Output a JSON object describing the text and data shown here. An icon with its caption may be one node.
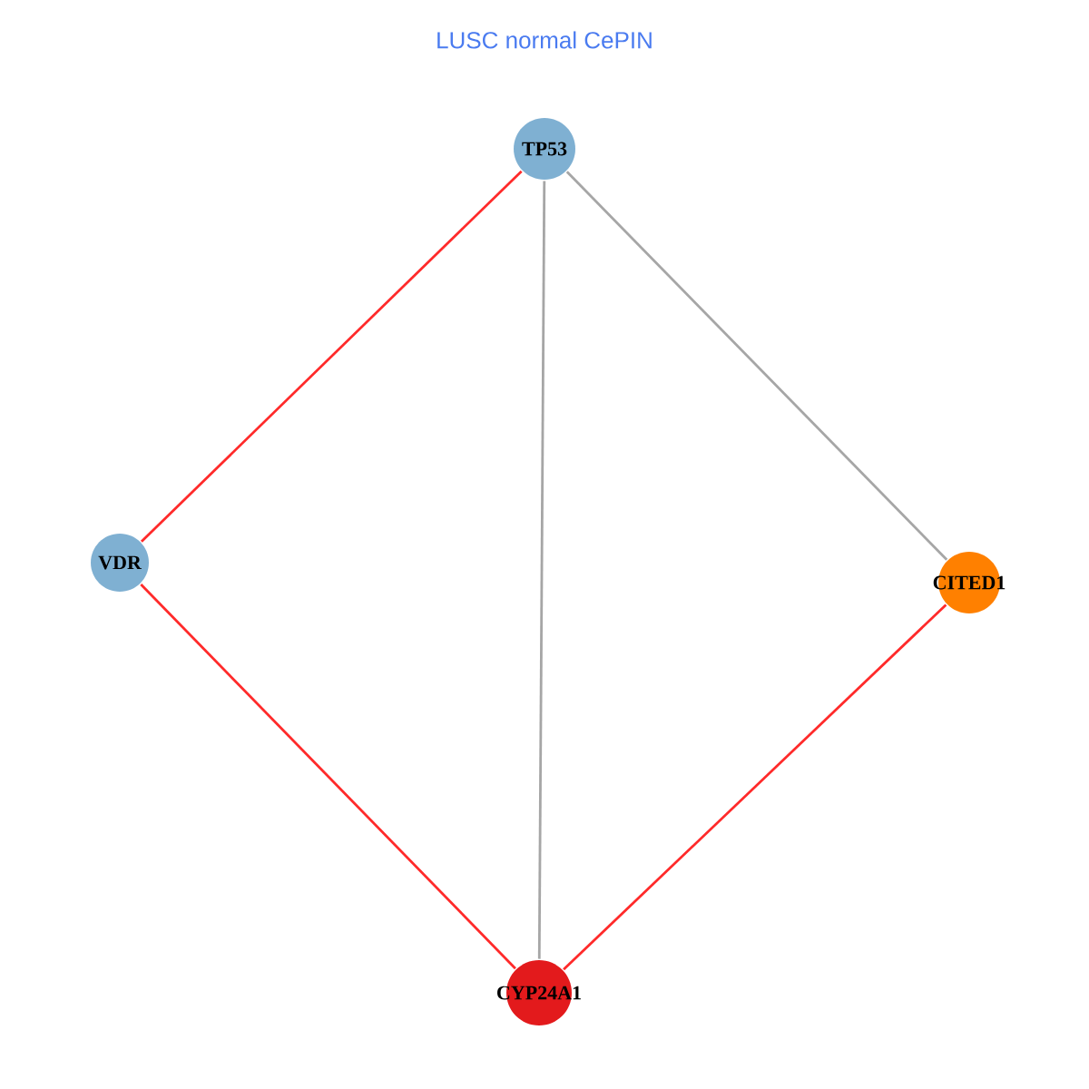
{
  "diagram": {
    "title": "LUSC normal CePIN",
    "nodes": [
      {
        "text": [
          "TP53"
        ]
      },
      {
        "text": [
          "VDR"
        ]
      },
      {
        "text": [
          "CITED1"
        ]
      },
      {
        "text": [
          "CYP24A1"
        ]
      }
    ],
    "edges": [
      {
        "from": 0,
        "to": 1,
        "arrow": "none"
      },
      {
        "from": 0,
        "to": 3,
        "arrow": "none",
        "color": "#a6a6a6"
      },
      {
        "from": 0,
        "to": 2,
        "arrow": "none",
        "color": "#a6a6a6"
      },
      {
        "from": 1,
        "to": 3,
        "arrow": "none"
      },
      {
        "from": 2,
        "to": 3,
        "arrow": "none"
      }
    ]
  }
}
